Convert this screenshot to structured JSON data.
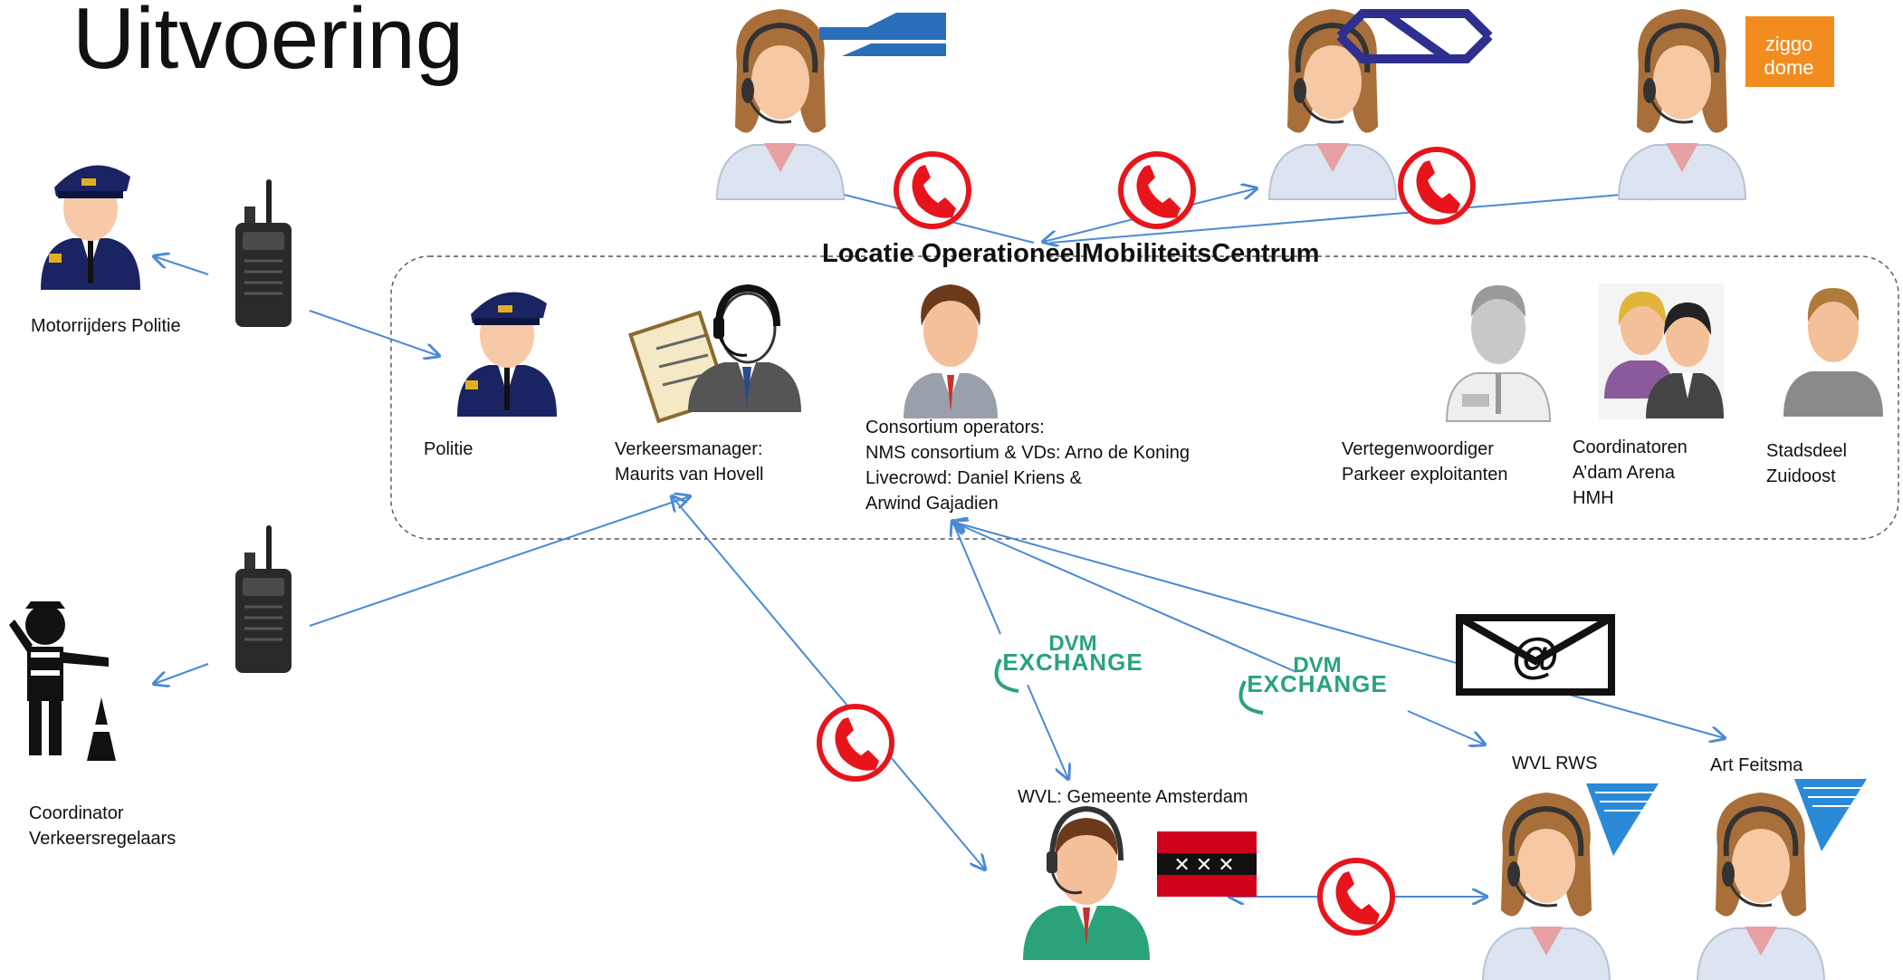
{
  "title": "Uitvoering",
  "center_title": "Locatie OperationeelMobiliteitsCentrum",
  "labels": {
    "motorrijders": "Motorrijders Politie",
    "politie": "Politie",
    "verkeersmanager": [
      "Verkeersmanager:",
      "Maurits van Hovell"
    ],
    "consortium": [
      "Consortium operators:",
      "NMS consortium & VDs: Arno de Koning",
      "Livecrowd: Daniel Kriens &",
      "Arwind Gajadien"
    ],
    "parkeer": [
      "Vertegenwoordiger",
      "Parkeer exploitanten"
    ],
    "arena": [
      "Coordinatoren",
      "A’dam Arena",
      "HMH"
    ],
    "stadsdeel": [
      "Stadsdeel",
      "Zuidoost"
    ],
    "coordinator": [
      "Coordinator",
      "Verkeersregelaars"
    ],
    "wvl_amsterdam": "WVL: Gemeente Amsterdam",
    "wvl_rws": "WVL RWS",
    "art": "Art Feitsma"
  },
  "logos": {
    "ziggo_line1": "ziggo",
    "ziggo_line2": "dome",
    "dvm_top": "DVM",
    "dvm_bottom": "EXCHANGE",
    "email_symbol": "@",
    "amsterdam_crosses": "✕✕✕"
  },
  "icons": [
    "operator-headset-icon",
    "rijkswaterstaat-logo",
    "ns-logo",
    "ziggo-dome-logo",
    "phone-icon",
    "police-officer-icon",
    "walkie-talkie-icon",
    "traffic-manager-icon",
    "businessman-icon",
    "parking-attendant-icon",
    "couple-icon",
    "person-icon",
    "traffic-controller-icon",
    "dvm-exchange-logo",
    "email-icon",
    "amsterdam-flag-icon",
    "waves-logo"
  ],
  "colors": {
    "arrow": "#4a8ad4",
    "phone_red": "#e8141c",
    "rws_blue": "#2a6db8",
    "ns_blue": "#2f2f8f",
    "ziggo_orange": "#f28c1e",
    "police_navy": "#1b2462",
    "dvm_green": "#2aa37a",
    "amsterdam_red": "#d0021b"
  }
}
